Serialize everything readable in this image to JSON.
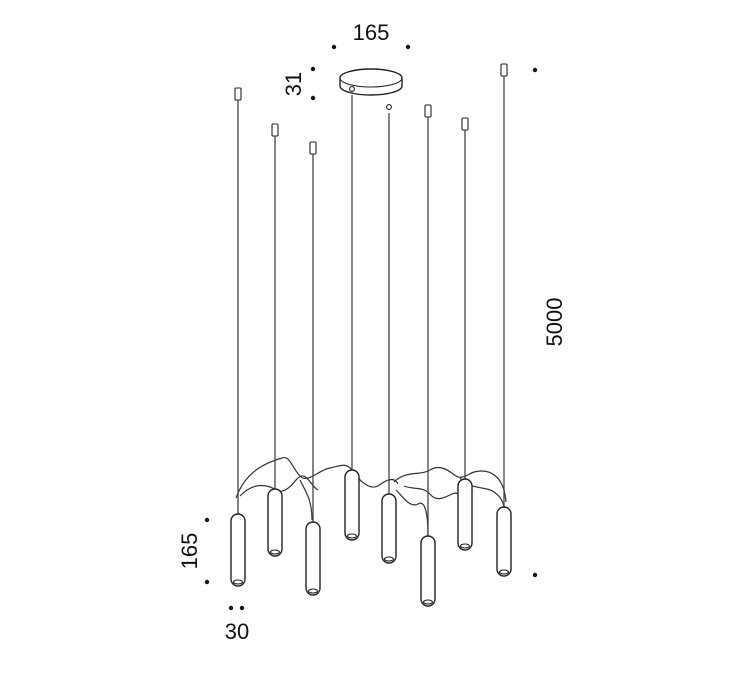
{
  "dimensions": {
    "canopy_diameter": "165",
    "canopy_height": "31",
    "cable_length": "5000",
    "pendant_length": "165",
    "pendant_diameter": "30"
  }
}
